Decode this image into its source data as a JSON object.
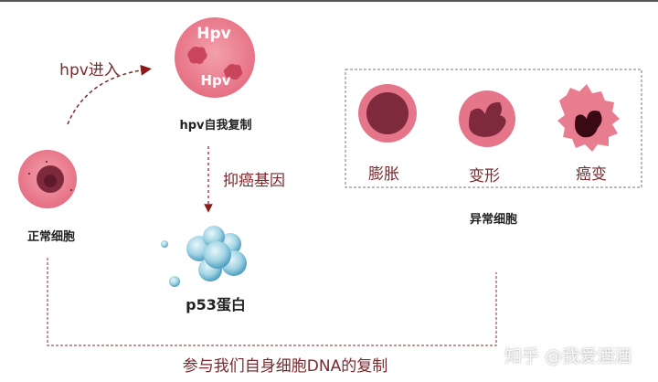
{
  "labels": {
    "hpv_enter": "hpv进入",
    "hpv_cell_text_1": "Hpv",
    "hpv_cell_text_2": "Hpv",
    "hpv_replicate": "hpv自我复制",
    "tumor_suppressor": "抑癌基因",
    "normal_cell": "正常细胞",
    "p53": "p53蛋白",
    "swelling": "膨胀",
    "deformation": "变形",
    "cancerous": "癌变",
    "abnormal_cell": "异常细胞",
    "dna_replication": "参与我们自身细胞DNA的复制"
  },
  "watermark": "知乎 @我爱酒酒",
  "colors": {
    "cell_pink": "#e8798a",
    "nucleus": "#7e2a3c",
    "arrow_red": "#8b1a1a",
    "text_red": "#7a2a2e",
    "p53_blue": "#8cc9dc"
  }
}
